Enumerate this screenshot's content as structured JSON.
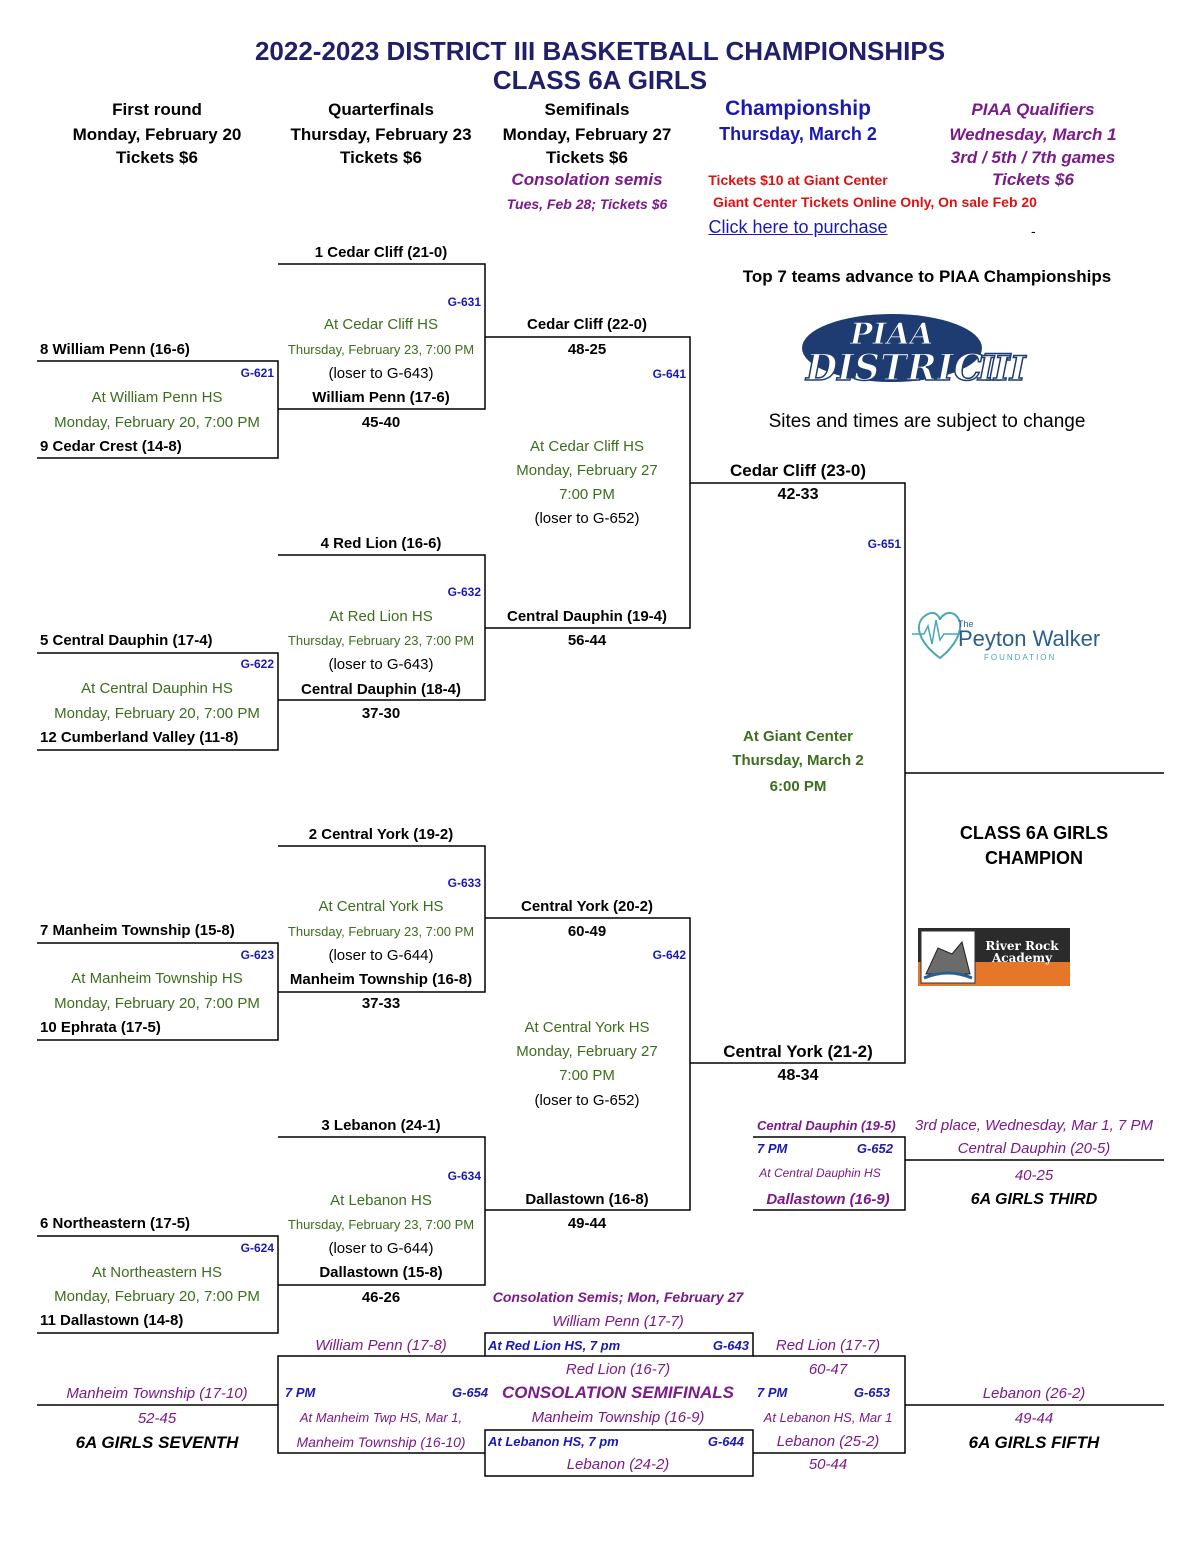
{
  "title": {
    "line1": "2022-2023 DISTRICT III BASKETBALL CHAMPIONSHIPS",
    "line2": "CLASS 6A GIRLS"
  },
  "columns": {
    "first_round": {
      "name": "First round",
      "date": "Monday, February 20",
      "tickets": "Tickets $6"
    },
    "quarterfinals": {
      "name": "Quarterfinals",
      "date": "Thursday, February 23",
      "tickets": "Tickets $6"
    },
    "semifinals": {
      "name": "Semifinals",
      "date": "Monday, February 27",
      "tickets": "Tickets $6",
      "consolation": "Consolation semis",
      "consolation_date": "Tues, Feb 28; Tickets $6"
    },
    "championship": {
      "name": "Championship",
      "date": "Thursday, March 2",
      "tickets": "Tickets $10 at Giant Center",
      "online": "Giant Center Tickets Online Only, On sale Feb 20",
      "link": "Click here to purchase"
    },
    "piaa": {
      "name": "PIAA Qualifiers",
      "date": "Wednesday, March 1",
      "games": "3rd / 5th / 7th  games",
      "tickets": "Tickets $6",
      "dash": "-"
    }
  },
  "notes": {
    "advance": "Top 7 teams advance to PIAA Championships",
    "sites": "Sites and times are subject to change"
  },
  "logos": {
    "piaa_line1": "PIAA",
    "piaa_line2": "DISTRICT",
    "piaa_roman": "III",
    "peyton_the": "The",
    "peyton_name": "Peyton Walker",
    "peyton_foundation": "FOUNDATION",
    "river_line1": "River Rock",
    "river_line2": "Academy"
  },
  "first_round": [
    {
      "top": "8  William Penn (16-6)",
      "bottom": "9  Cedar Crest (14-8)",
      "game": "G-621",
      "site": "At William Penn HS",
      "time": "Monday, February 20, 7:00 PM"
    },
    {
      "top": "5  Central Dauphin (17-4)",
      "bottom": "12  Cumberland Valley (11-8)",
      "game": "G-622",
      "site": "At Central Dauphin HS",
      "time": "Monday, February 20, 7:00 PM"
    },
    {
      "top": "7  Manheim Township (15-8)",
      "bottom": "10  Ephrata (17-5)",
      "game": "G-623",
      "site": "At Manheim Township HS",
      "time": "Monday, February 20, 7:00 PM"
    },
    {
      "top": "6  Northeastern (17-5)",
      "bottom": "11  Dallastown (14-8)",
      "game": "G-624",
      "site": "At Northeastern HS",
      "time": "Monday, February 20, 7:00 PM"
    }
  ],
  "quarterfinals": [
    {
      "top": "1  Cedar Cliff (21-0)",
      "bottom": "William Penn (17-6)",
      "score": "45-40",
      "game": "G-631",
      "site": "At Cedar Cliff HS",
      "time": "Thursday, February 23, 7:00 PM",
      "loser": "(loser to G-643)"
    },
    {
      "top": "4  Red Lion (16-6)",
      "bottom": "Central Dauphin (18-4)",
      "score": "37-30",
      "game": "G-632",
      "site": "At Red Lion HS",
      "time": "Thursday, February 23, 7:00 PM",
      "loser": "(loser to G-643)"
    },
    {
      "top": "2  Central York (19-2)",
      "bottom": "Manheim Township (16-8)",
      "score": "37-33",
      "game": "G-633",
      "site": "At Central York HS",
      "time": "Thursday, February 23, 7:00 PM",
      "loser": "(loser to G-644)"
    },
    {
      "top": "3  Lebanon (24-1)",
      "bottom": "Dallastown (15-8)",
      "score": "46-26",
      "game": "G-634",
      "site": "At Lebanon HS",
      "time": "Thursday, February 23, 7:00 PM",
      "loser": "(loser to G-644)"
    }
  ],
  "semifinals": [
    {
      "top": "Cedar Cliff (22-0)",
      "top_score": "48-25",
      "bottom": "Central Dauphin (19-4)",
      "bottom_score": "56-44",
      "game": "G-641",
      "site": "At Cedar Cliff HS",
      "date": "Monday, February 27",
      "time": "7:00 PM",
      "loser": "(loser to G-652)"
    },
    {
      "top": "Central York (20-2)",
      "top_score": "60-49",
      "bottom": "Dallastown (16-8)",
      "bottom_score": "49-44",
      "game": "G-642",
      "site": "At Central York HS",
      "date": "Monday, February 27",
      "time": "7:00 PM",
      "loser": "(loser to G-652)"
    }
  ],
  "final": {
    "top": "Cedar Cliff (23-0)",
    "top_score": "42-33",
    "bottom": "Central York (21-2)",
    "bottom_score": "48-34",
    "game": "G-651",
    "site": "At Giant Center",
    "date": "Thursday, March 2",
    "time": "6:00 PM",
    "champion_line1": "CLASS 6A GIRLS",
    "champion_line2": "CHAMPION"
  },
  "third_place": {
    "top": "Central Dauphin (19-5)",
    "bottom": "Dallastown (16-9)",
    "time": "7 PM",
    "game": "G-652",
    "site": "At Central Dauphin HS",
    "header": "3rd place, Wednesday, Mar 1, 7 PM",
    "winner": "Central Dauphin (20-5)",
    "score": "40-25",
    "label": "6A GIRLS THIRD"
  },
  "consolation": {
    "header": "Consolation Semis; Mon, February 27",
    "title": "CONSOLATION SEMIFINALS",
    "g643": {
      "top": "William Penn (17-7)",
      "site": "At Red Lion HS, 7 pm",
      "game": "G-643",
      "bottom": "Red Lion (16-7)",
      "winner": "Red Lion (17-7)",
      "score": "60-47"
    },
    "g644": {
      "top": "Manheim Township (16-9)",
      "site": "At Lebanon HS, 7 pm",
      "game": "G-644",
      "bottom": "Lebanon (24-2)",
      "winner": "Lebanon (25-2)",
      "score": "50-44"
    },
    "g654": {
      "top": "William Penn (17-8)",
      "bottom": "Manheim Township (16-10)",
      "time": "7 PM",
      "game": "G-654",
      "site": "At Manheim Twp HS, Mar 1,",
      "winner": "Manheim Township (17-10)",
      "score": "52-45",
      "label": "6A GIRLS SEVENTH"
    },
    "g653": {
      "time": "7 PM",
      "game": "G-653",
      "site": "At Lebanon HS, Mar 1",
      "winner": "Lebanon (26-2)",
      "score": "49-44",
      "label": "6A GIRLS FIFTH"
    }
  },
  "colors": {
    "title": "#1f1f6b",
    "game_code": "#1a1ab0",
    "site": "#3c6e1e",
    "consolation": "#7b1a8a",
    "tickets": "#e01010"
  }
}
